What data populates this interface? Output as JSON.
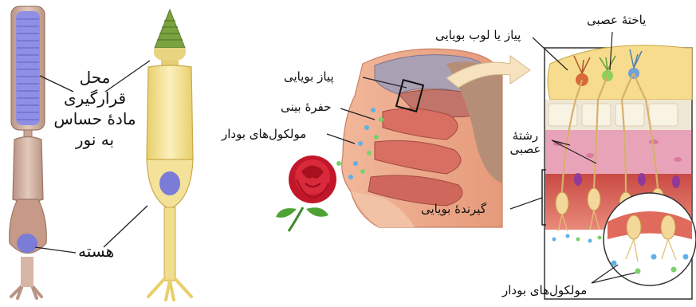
{
  "rod_cell": {
    "photosensitive_label": "محل\nقرارگیری\nمادهٔ حساس\nبه نور",
    "nucleus_label": "هسته"
  },
  "olfaction": {
    "olfactory_bulb_label": "پیاز بویایی",
    "nasal_cavity_label": "حفرهٔ بینی",
    "odor_molecules_label": "مولکول‌های بودار",
    "bulb_lobe_label": "پیاز یا لوب بویایی",
    "nerve_cell_label": "یاختهٔ عصبی",
    "nerve_fiber_label": "رشتهٔ\nعصبی",
    "receptor_label": "گیرندهٔ بویایی",
    "odor_molecules_label_2": "مولکول‌های بودار"
  },
  "colors": {
    "rod_body": "#d9b8a8",
    "rod_segments": "#8c8ce0",
    "cone_body": "#f4e29a",
    "cone_tip": "#6f9a3a",
    "nucleus": "#7b7bd8",
    "tissue_pink": "#e9a3b8",
    "bulb_yellow": "#f6dc8c",
    "epithelium_red": "#d9605a"
  }
}
